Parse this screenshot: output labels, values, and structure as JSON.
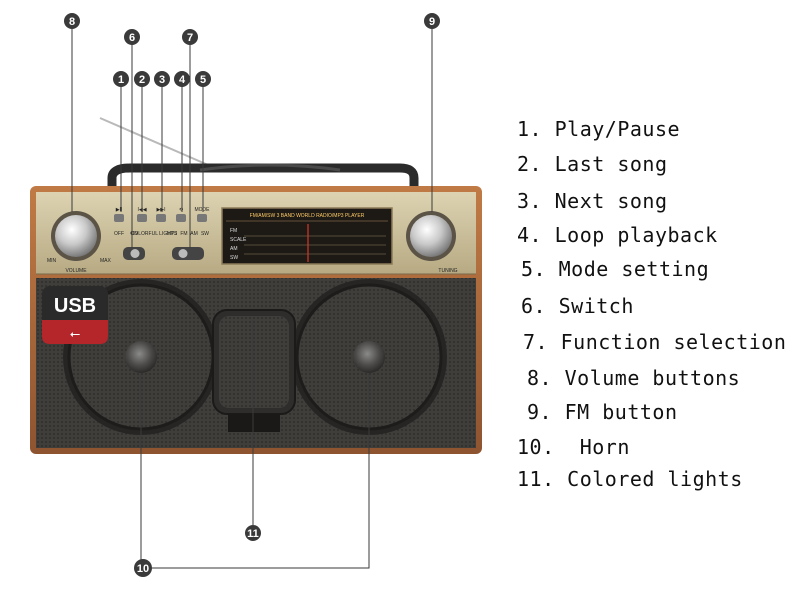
{
  "diagram": {
    "usb_badge": "USB",
    "panel": {
      "volume_label": "VOLUME",
      "tuning_label": "TUNING",
      "min_label": "MIN",
      "max_label": "MAX",
      "off_label": "OFF",
      "on_label": "ON",
      "mode_label": "MODE",
      "colorful_label": "COLORFUL LIGHTS",
      "mp3_label": "MP3",
      "fm_label": "FM",
      "am_label": "AM",
      "sw_label": "SW",
      "dial_title": "FM/AM/SW 3 BAND WORLD RADIO/MP3 PLAYER",
      "band_fm": "FM",
      "band_am": "AM",
      "band_sw": "SW",
      "band_scale": "SCALE"
    },
    "callouts": [
      "1",
      "2",
      "3",
      "4",
      "5",
      "6",
      "7",
      "8",
      "9",
      "10",
      "11"
    ]
  },
  "legend": [
    {
      "number": "1.",
      "text": "Play/Pause"
    },
    {
      "number": "2.",
      "text": "Last song"
    },
    {
      "number": "3.",
      "text": "Next song"
    },
    {
      "number": "4.",
      "text": "Loop playback"
    },
    {
      "number": "5.",
      "text": "Mode setting"
    },
    {
      "number": "6.",
      "text": "Switch"
    },
    {
      "number": "7.",
      "text": "Function selection"
    },
    {
      "number": "8.",
      "text": "Volume buttons"
    },
    {
      "number": "9.",
      "text": "FM button"
    },
    {
      "number": "10.",
      "text": "Horn"
    },
    {
      "number": "11.",
      "text": "Colored lights"
    }
  ],
  "colors": {
    "wood": "#a9673a",
    "gold_panel": "#cbbf9a",
    "grille": "#3b3a38",
    "callout": "#3a3a3a",
    "usb_red": "#b5262b"
  }
}
